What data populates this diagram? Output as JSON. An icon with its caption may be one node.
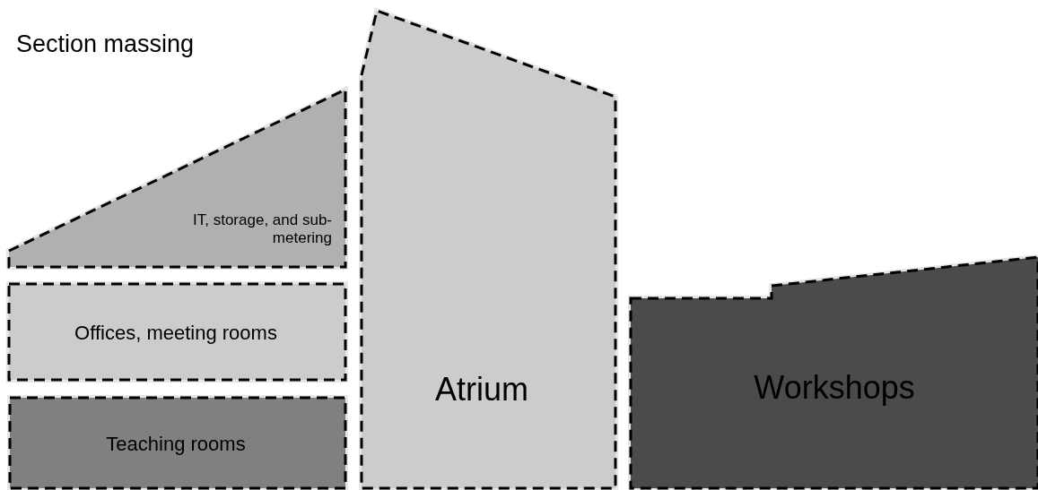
{
  "diagram": {
    "title": "Section massing",
    "nodes": [
      {
        "text": [
          "IT, storage, and sub-metering"
        ]
      },
      {
        "text": [
          "Offices, meeting rooms"
        ]
      },
      {
        "text": [
          "Teaching rooms"
        ]
      },
      {
        "text": [
          "Atrium"
        ]
      },
      {
        "text": [
          "Workshops"
        ]
      }
    ]
  }
}
